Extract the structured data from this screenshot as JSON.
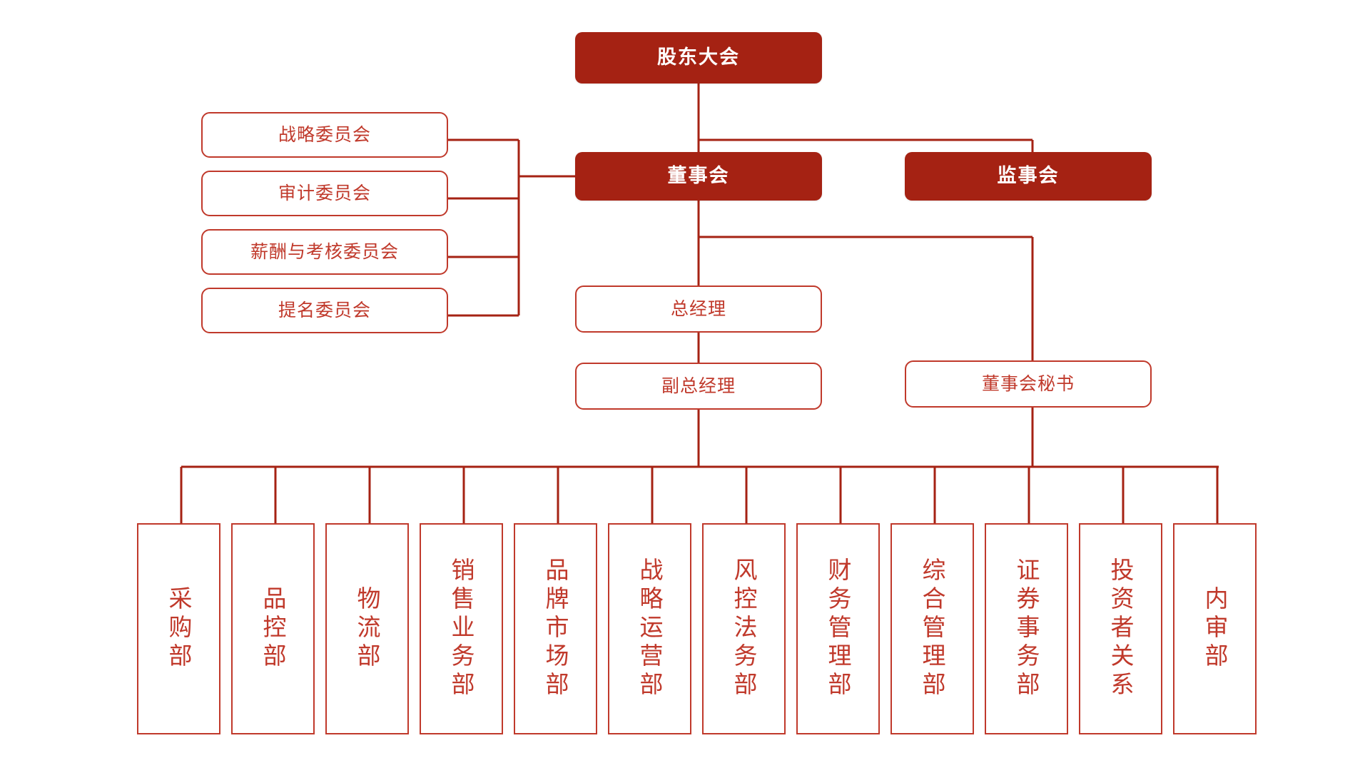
{
  "meta": {
    "title": "公司组织架构图",
    "colors": {
      "brand_fill": "#a52213",
      "brand_line": "#c0392b",
      "text_on_fill": "#ffffff",
      "background": "#ffffff"
    }
  },
  "governance": {
    "shareholders_meeting": "股东大会",
    "board_of_directors": "董事会",
    "board_of_supervisors": "监事会"
  },
  "committees": [
    {
      "label": "战略委员会"
    },
    {
      "label": "审计委员会"
    },
    {
      "label": "薪酬与考核委员会"
    },
    {
      "label": "提名委员会"
    }
  ],
  "management": {
    "general_manager": "总经理",
    "deputy_general_manager": "副总经理",
    "board_secretary": "董事会秘书"
  },
  "departments": [
    {
      "label": "采购部"
    },
    {
      "label": "品控部"
    },
    {
      "label": "物流部"
    },
    {
      "label": "销售业务部"
    },
    {
      "label": "品牌市场部"
    },
    {
      "label": "战略运营部"
    },
    {
      "label": "风控法务部"
    },
    {
      "label": "财务管理部"
    },
    {
      "label": "综合管理部"
    },
    {
      "label": "证券事务部"
    },
    {
      "label": "投资者关系"
    },
    {
      "label": "内审部"
    }
  ]
}
